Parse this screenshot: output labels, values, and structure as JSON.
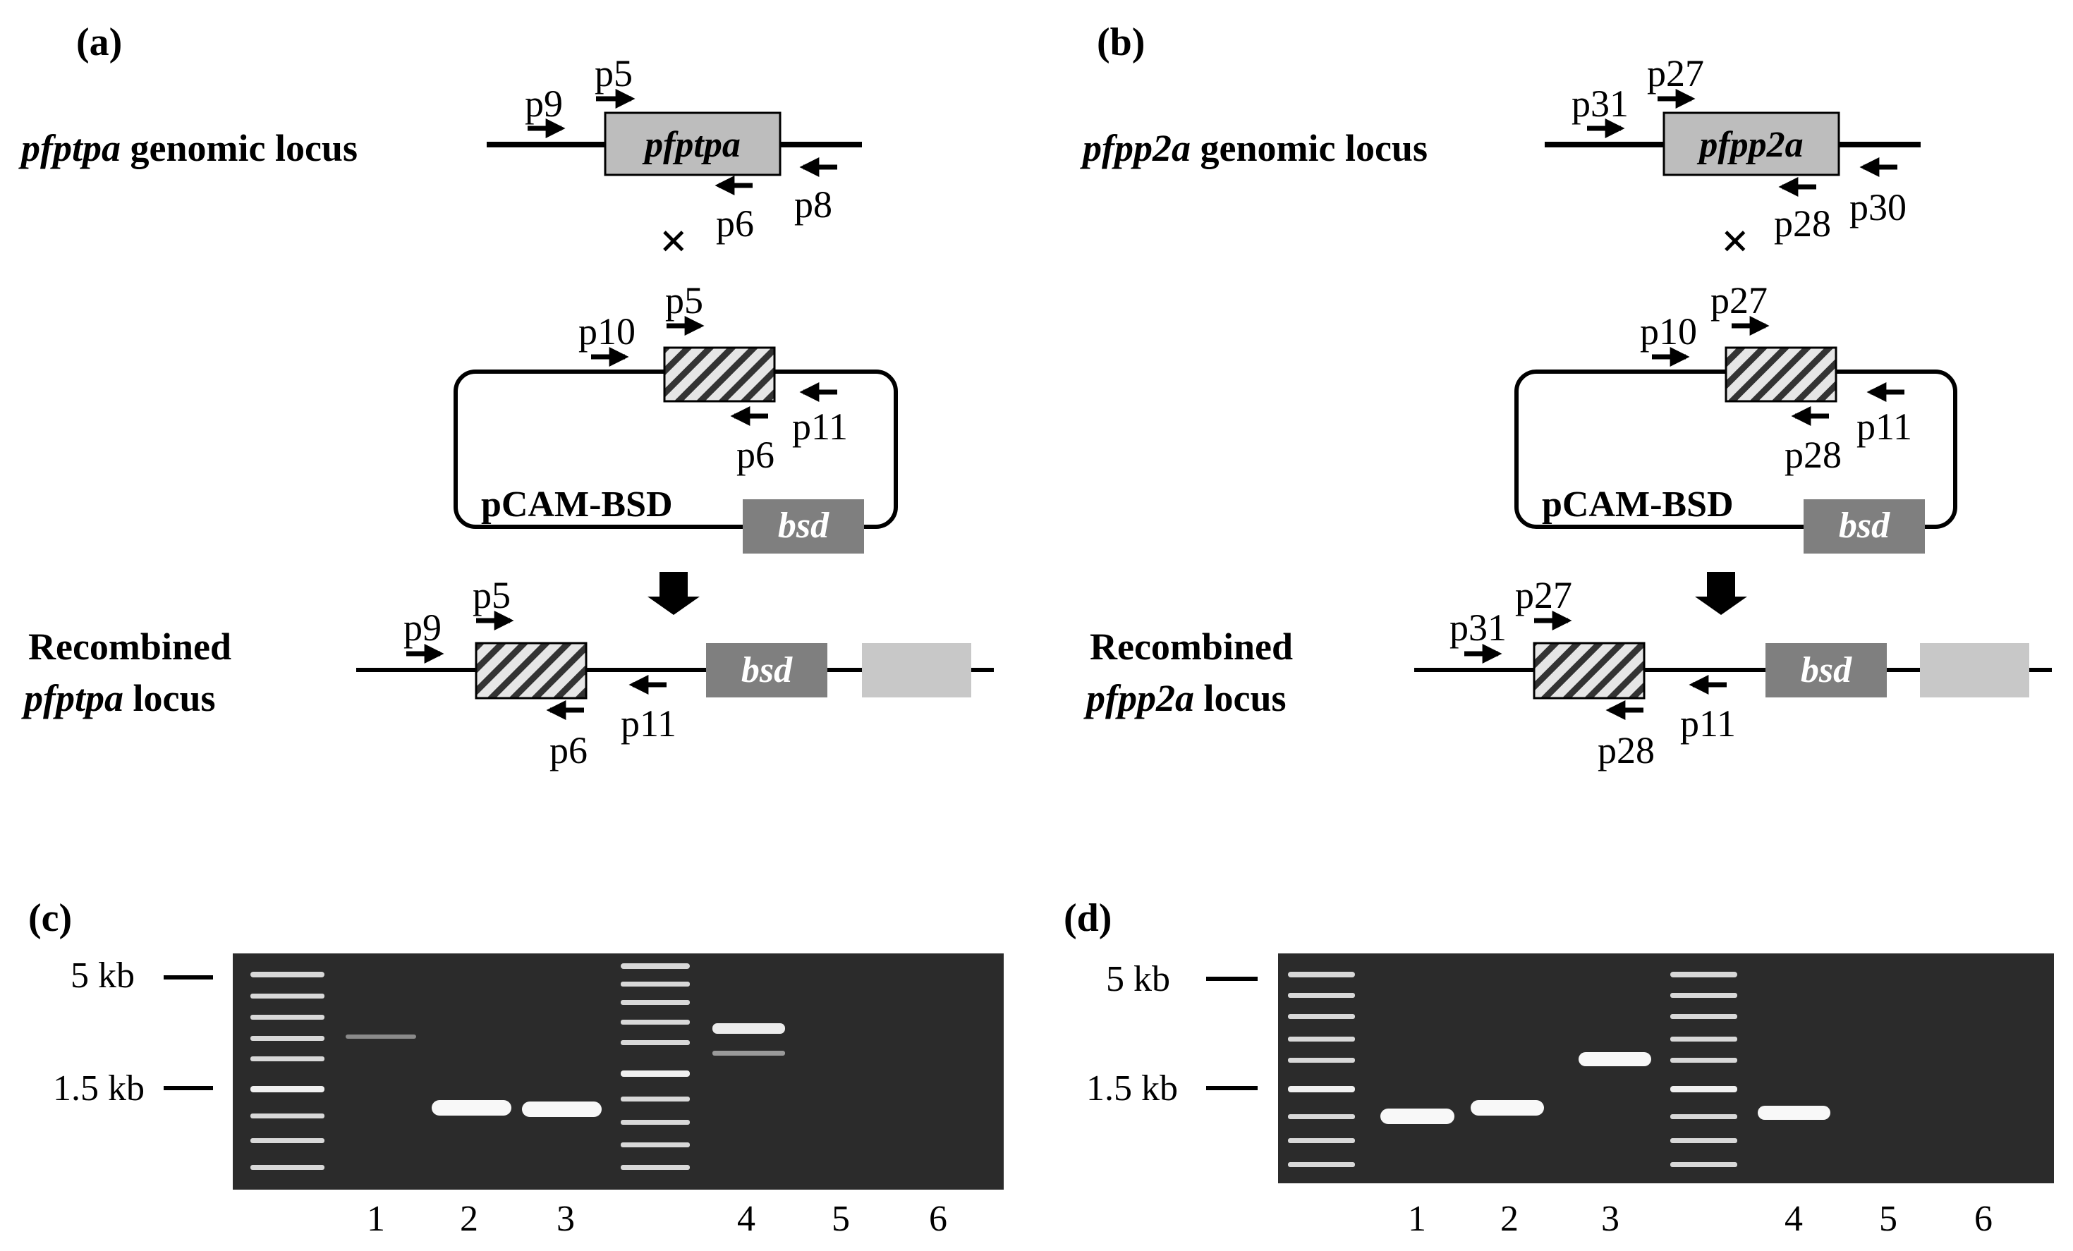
{
  "panels": {
    "a": {
      "letter": "(a)",
      "genomic": {
        "gene": "pfptpa",
        "suffix": " genomic locus",
        "box_label": "pfptpa",
        "primers": {
          "outer_fwd": "p9",
          "inner_fwd": "p5",
          "inner_rev": "p6",
          "outer_rev": "p8"
        }
      },
      "cross_symbol": "×",
      "plasmid": {
        "name": "pCAM-BSD",
        "marker": "bsd",
        "primers": {
          "vec_fwd": "p10",
          "inner_fwd": "p5",
          "inner_rev": "p6",
          "vec_rev": "p11"
        }
      },
      "recombined": {
        "line1": "Recombined",
        "gene": "pfptpa",
        "suffix": " locus",
        "marker": "bsd",
        "primers": {
          "outer_fwd": "p9",
          "inner_fwd": "p5",
          "inner_rev": "p6",
          "vec_rev": "p11"
        }
      }
    },
    "b": {
      "letter": "(b)",
      "genomic": {
        "gene": "pfpp2a",
        "suffix": " genomic locus",
        "box_label": "pfpp2a",
        "primers": {
          "outer_fwd": "p31",
          "inner_fwd": "p27",
          "inner_rev": "p28",
          "outer_rev": "p30"
        }
      },
      "cross_symbol": "×",
      "plasmid": {
        "name": "pCAM-BSD",
        "marker": "bsd",
        "primers": {
          "vec_fwd": "p10",
          "inner_fwd": "p27",
          "inner_rev": "p28",
          "vec_rev": "p11"
        }
      },
      "recombined": {
        "line1": "Recombined",
        "gene": "pfpp2a",
        "suffix": " locus",
        "marker": "bsd",
        "primers": {
          "outer_fwd": "p31",
          "inner_fwd": "p27",
          "inner_rev": "p28",
          "vec_rev": "p11"
        }
      }
    },
    "c": {
      "letter": "(c)",
      "size_markers": [
        "5 kb",
        "1.5 kb"
      ],
      "lane_labels": [
        "1",
        "2",
        "3",
        "4",
        "5",
        "6"
      ],
      "gel_background": "#2b2b2b"
    },
    "d": {
      "letter": "(d)",
      "size_markers": [
        "5 kb",
        "1.5 kb"
      ],
      "lane_labels": [
        "1",
        "2",
        "3",
        "4",
        "5",
        "6"
      ],
      "gel_background": "#2b2b2b"
    }
  },
  "colors": {
    "gene_box": "#bdbdbd",
    "bsd_box": "#7f7f7f",
    "extra_box": "#c8c8c8",
    "hatch_bg": "#e6e6e6",
    "hatch_line": "#333333"
  }
}
